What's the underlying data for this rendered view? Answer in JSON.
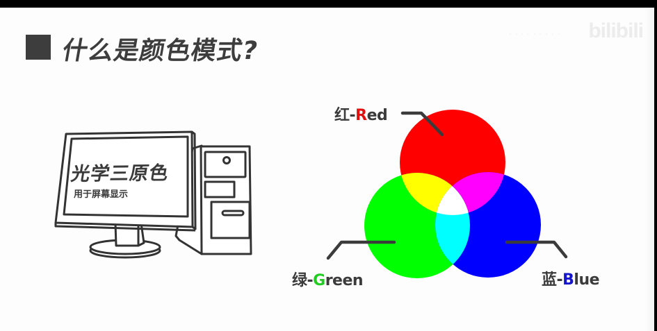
{
  "slide": {
    "title": "什么是颜色模式?",
    "watermark": "bilibili"
  },
  "illustration": {
    "screen_title": "光学三原色",
    "screen_subtitle": "用于屏幕显示"
  },
  "diagram": {
    "type": "rgb-additive-venn",
    "colors": {
      "red": "#ff0000",
      "green": "#00ff00",
      "blue": "#0000ff",
      "yellow": "#ffff00",
      "magenta": "#ff00ff",
      "cyan": "#00ffff",
      "white": "#ffffff",
      "label_text": "#3b3b3b"
    },
    "labels": {
      "red": {
        "cn": "红-",
        "accent": "R",
        "rest": "ed",
        "accent_color": "#e01010"
      },
      "green": {
        "cn": "绿-",
        "accent": "G",
        "rest": "reen",
        "accent_color": "#22cc22"
      },
      "blue": {
        "cn": "蓝-",
        "accent": "B",
        "rest": "lue",
        "accent_color": "#1414c8"
      }
    }
  }
}
